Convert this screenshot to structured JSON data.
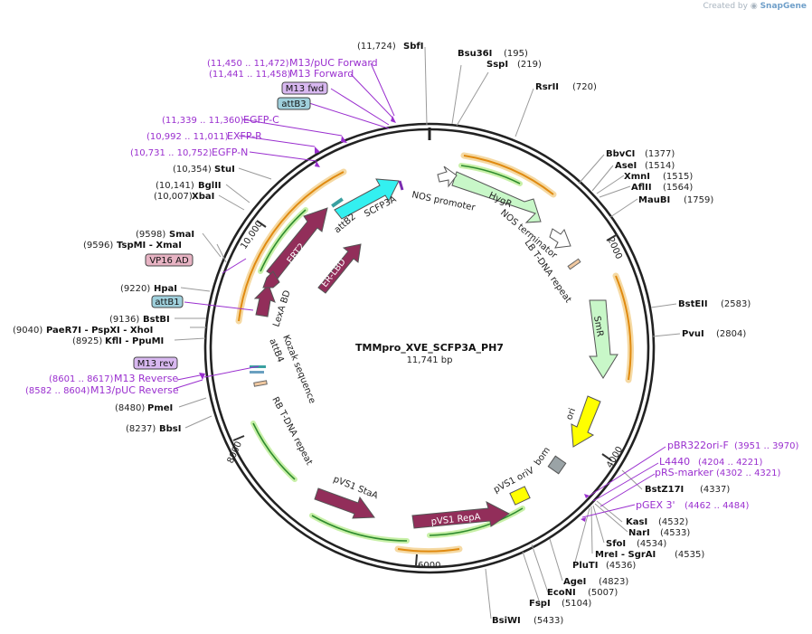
{
  "credit": {
    "prefix": "Created by",
    "brand": "SnapGene"
  },
  "plasmid": {
    "name": "TMMpro_XVE_SCFP3A_PH7",
    "size_label": "11,741 bp"
  },
  "colors": {
    "backbone": "#222222",
    "site_text": "#111111",
    "primer_text": "#9a2fcf",
    "tick_line": "#9a9a9a",
    "green_feature": "#c8f7c8",
    "maroon_feature": "#922e5a",
    "cyan_feature": "#33f0f0",
    "yellow_feature": "#ffff00",
    "orange_band": "#f5d9a3"
  },
  "icons": {
    "site": "tick-line",
    "primer": "purple-arrow",
    "feature": "block-arrow"
  },
  "ruler": {
    "ticks": [
      "2000",
      "4000",
      "6000",
      "8000",
      "10,000"
    ]
  },
  "sites": [
    {
      "name": "SbfI",
      "pos": "(11,724)"
    },
    {
      "name": "Bsu36I",
      "pos": "(195)"
    },
    {
      "name": "SspI",
      "pos": "(219)"
    },
    {
      "name": "RsrII",
      "pos": "(720)"
    },
    {
      "name": "BbvCI",
      "pos": "(1377)"
    },
    {
      "name": "AseI",
      "pos": "(1514)"
    },
    {
      "name": "XmnI",
      "pos": "(1515)"
    },
    {
      "name": "AflII",
      "pos": "(1564)"
    },
    {
      "name": "MauBI",
      "pos": "(1759)"
    },
    {
      "name": "BstEII",
      "pos": "(2583)"
    },
    {
      "name": "PvuI",
      "pos": "(2804)"
    },
    {
      "name": "BstZ17I",
      "pos": "(4337)"
    },
    {
      "name": "KasI",
      "pos": "(4532)"
    },
    {
      "name": "NarI",
      "pos": "(4533)"
    },
    {
      "name": "SfoI",
      "pos": "(4534)"
    },
    {
      "name": "MreI - SgrAI",
      "pos": "(4535)"
    },
    {
      "name": "PluTI",
      "pos": "(4536)"
    },
    {
      "name": "AgeI",
      "pos": "(4823)"
    },
    {
      "name": "EcoNI",
      "pos": "(5007)"
    },
    {
      "name": "FspI",
      "pos": "(5104)"
    },
    {
      "name": "BsiWI",
      "pos": "(5433)"
    },
    {
      "name": "BbsI",
      "pos": "(8237)"
    },
    {
      "name": "PmeI",
      "pos": "(8480)"
    },
    {
      "name": "KflI - PpuMI",
      "pos": "(8925)"
    },
    {
      "name": "PaeR7I - PspXI - XhoI",
      "pos": "(9040)"
    },
    {
      "name": "BstBI",
      "pos": "(9136)"
    },
    {
      "name": "HpaI",
      "pos": "(9220)"
    },
    {
      "name": "TspMI - XmaI",
      "pos": "(9596)"
    },
    {
      "name": "SmaI",
      "pos": "(9598)"
    },
    {
      "name": "XbaI",
      "pos": "(10,007)"
    },
    {
      "name": "BglII",
      "pos": "(10,141)"
    },
    {
      "name": "StuI",
      "pos": "(10,354)"
    }
  ],
  "primers": [
    {
      "pos": "(11,450 .. 11,472)",
      "name": "M13/pUC Forward"
    },
    {
      "pos": "(11,441 .. 11,458)",
      "name": "M13 Forward"
    },
    {
      "pos": "(11,339 .. 11,360)",
      "name": "EGFP-C"
    },
    {
      "pos": "(10,992 .. 11,011)",
      "name": "EXFP-R"
    },
    {
      "pos": "(10,731 .. 10,752)",
      "name": "EGFP-N"
    },
    {
      "pos": "(8601 .. 8617)",
      "name": "M13 Reverse"
    },
    {
      "pos": "(8582 .. 8604)",
      "name": "M13/pUC Reverse"
    },
    {
      "pos": "(3951 .. 3970)",
      "name": "pBR322ori-F"
    },
    {
      "pos": "(4204 .. 4221)",
      "name": "L4440"
    },
    {
      "pos": "(4302 .. 4321)",
      "name": "pRS-marker"
    },
    {
      "pos": "(4462 .. 4484)",
      "name": "pGEX 3'"
    }
  ],
  "boxed_labels": [
    "M13 fwd",
    "attB3",
    "VP16 AD",
    "attB1",
    "M13 rev"
  ],
  "features": {
    "hygr": "HygR",
    "smr": "SmR",
    "ori": "ori",
    "ert2": "ERT2",
    "er_lbd": "ER-LBD",
    "pvs1_repa": "pVS1 RepA",
    "pvs1_star": "pVS1 StaA",
    "pvs1_oriv": "pVS1 oriV",
    "bom": "bom",
    "nos_promoter": "NOS promoter",
    "nos_terminator": "NOS terminator",
    "lb_tdna": "LB T-DNA repeat",
    "rb_tdna": "RB T-DNA repeat",
    "scfp3a": "SCFP3A",
    "attb2": "attB2",
    "attb4": "attB4",
    "kozak": "Kozak sequence",
    "lexa_bd": "LexA BD"
  }
}
